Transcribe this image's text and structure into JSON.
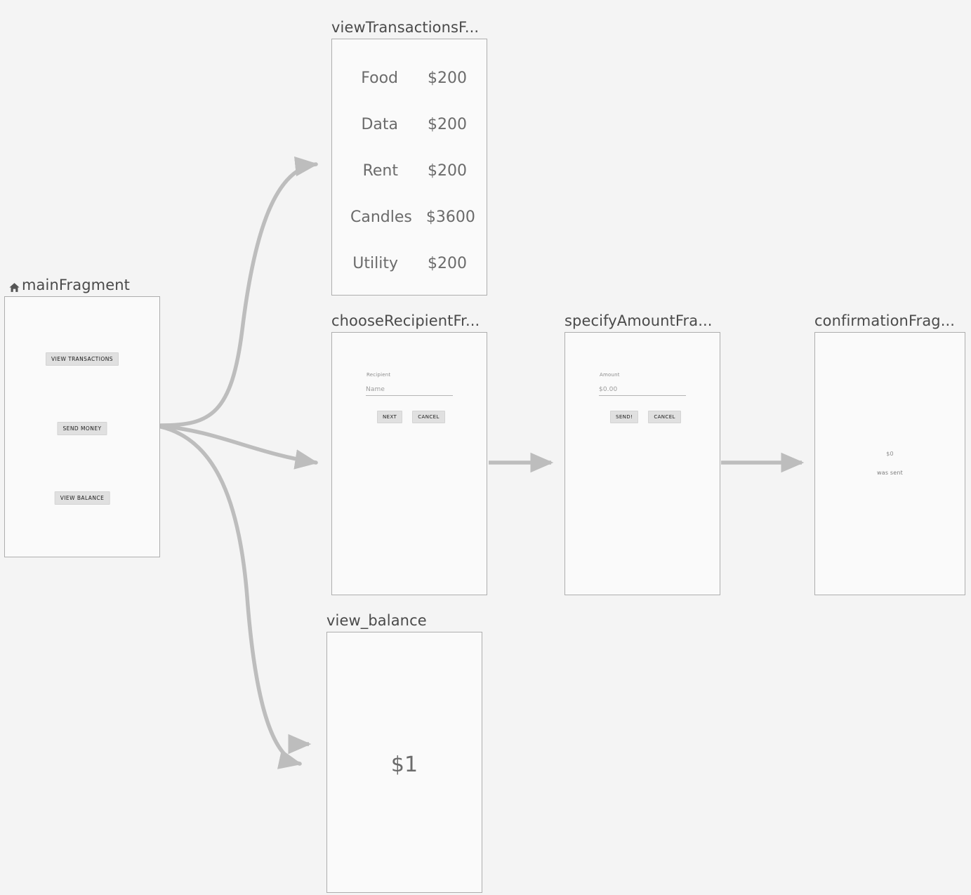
{
  "canvas": {
    "background": "#f4f4f4",
    "node_border": "#aeaeae",
    "node_fill": "#fafafa",
    "connector_color": "#bdbdbd",
    "label_color": "#4a4a4a"
  },
  "nodes": {
    "main": {
      "label": "mainFragment",
      "start_icon": "home-icon",
      "buttons": [
        {
          "label": "VIEW TRANSACTIONS",
          "name": "view-transactions-button"
        },
        {
          "label": "SEND MONEY",
          "name": "send-money-button"
        },
        {
          "label": "VIEW BALANCE",
          "name": "view-balance-button"
        }
      ]
    },
    "view_transactions": {
      "label": "viewTransactionsF...",
      "transactions": [
        {
          "name": "Food",
          "amount": "$200"
        },
        {
          "name": "Data",
          "amount": "$200"
        },
        {
          "name": "Rent",
          "amount": "$200"
        },
        {
          "name": "Candles",
          "amount": "$3600"
        },
        {
          "name": "Utility",
          "amount": "$200"
        }
      ]
    },
    "choose_recipient": {
      "label": "chooseRecipientFr...",
      "field_label": "Recipient",
      "field_placeholder": "Name",
      "field_value": "",
      "primary_button": "NEXT",
      "secondary_button": "CANCEL"
    },
    "specify_amount": {
      "label": "specifyAmountFra...",
      "field_label": "Amount",
      "field_placeholder": "$0.00",
      "field_value": "",
      "primary_button": "SEND!",
      "secondary_button": "CANCEL"
    },
    "confirmation": {
      "label": "confirmationFrag...",
      "amount": "$0",
      "message": "was sent"
    },
    "view_balance": {
      "label": "view_balance",
      "balance": "$1"
    }
  }
}
